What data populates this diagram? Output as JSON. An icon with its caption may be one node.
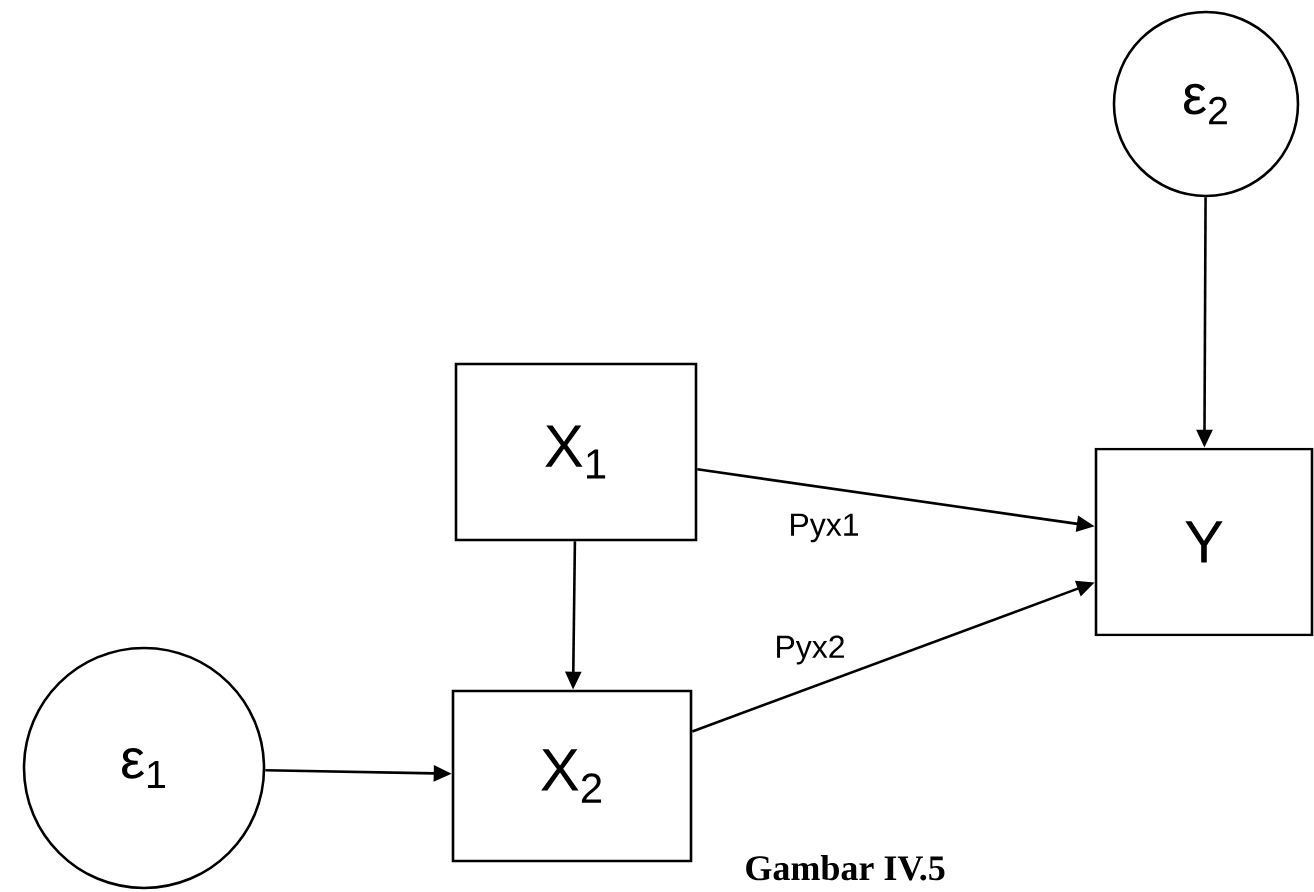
{
  "diagram": {
    "caption": "Gambar IV.5",
    "nodes": [
      {
        "text": [
          "X$_{1}$"
        ]
      },
      {
        "text": [
          "Y"
        ]
      },
      {
        "text": [
          "ε$_{2}$"
        ]
      },
      {
        "text": [
          "X$_{2}$"
        ]
      },
      {
        "text": [
          "ε$_{1}$"
        ]
      }
    ],
    "edges": [
      {
        "from": 0,
        "to": 1,
        "arrow": "to",
        "label": "Pyx1"
      },
      {
        "from": 3,
        "to": 1,
        "arrow": "to",
        "label": "Pyx2"
      },
      {
        "from": 0,
        "to": 3,
        "arrow": "to"
      },
      {
        "from": 4,
        "to": 3,
        "arrow": "to"
      },
      {
        "from": 2,
        "to": 1,
        "arrow": "to"
      }
    ]
  }
}
